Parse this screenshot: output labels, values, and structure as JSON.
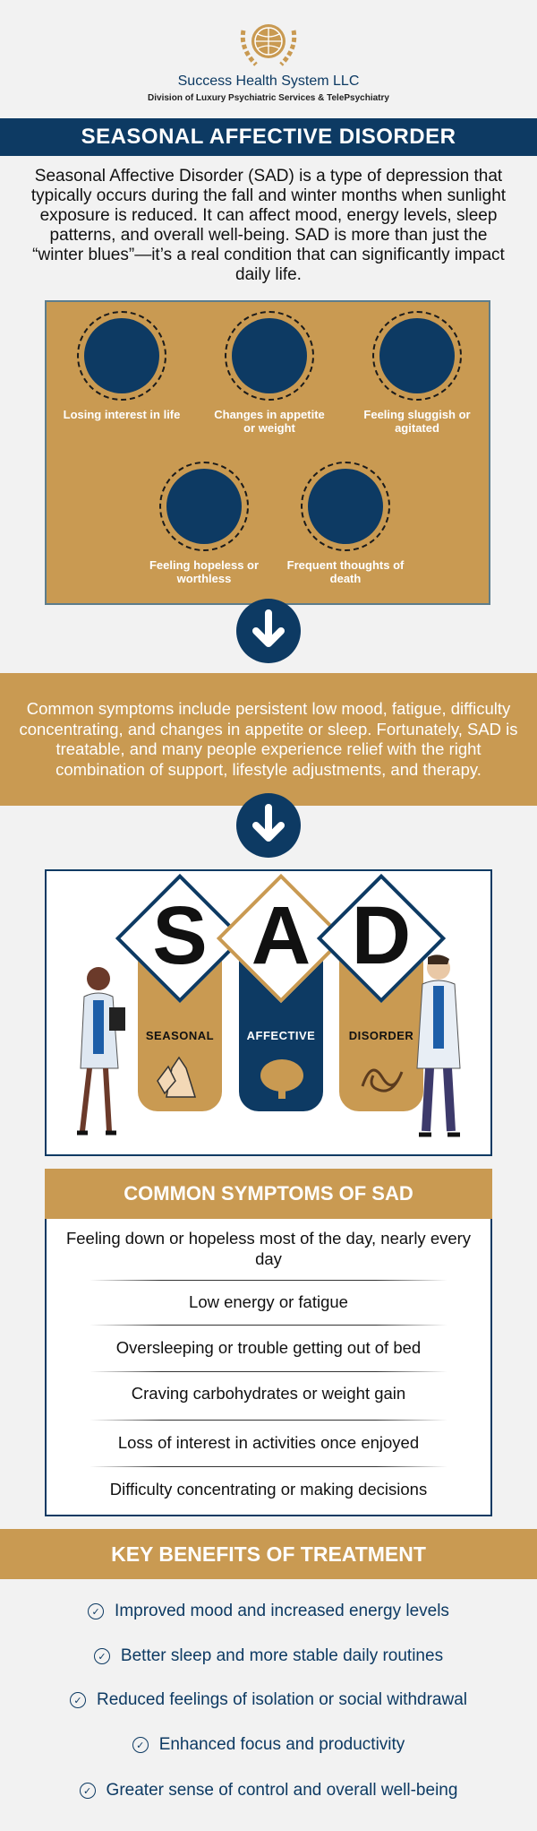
{
  "header": {
    "company": "Success Health System LLC",
    "division": "Division of Luxury Psychiatric Services & TelePsychiatry"
  },
  "title": "SEASONAL AFFECTIVE DISORDER",
  "intro": "Seasonal Affective Disorder (SAD) is a type of depression that typically occurs during the fall and winter months when sunlight exposure is reduced. It can affect mood, energy levels, sleep patterns, and overall well-being. SAD is more than just the “winter blues”—it’s a real condition that can significantly impact daily life.",
  "symptom_icons": [
    {
      "label": "Losing interest in life",
      "icon": "losing-interest-icon"
    },
    {
      "label": "Changes in appetite or weight",
      "icon": "appetite-icon"
    },
    {
      "label": "Feeling sluggish or agitated",
      "icon": "sluggish-icon"
    },
    {
      "label": "Feeling hopeless or worthless",
      "icon": "hopeless-icon"
    },
    {
      "label": "Frequent thoughts of death",
      "icon": "death-thoughts-icon"
    }
  ],
  "band_text": "Common symptoms include persistent low mood, fatigue, difficulty concentrating, and changes in appetite or sleep. Fortunately, SAD is treatable, and many people experience relief with the right combination of support, lifestyle adjustments, and therapy.",
  "acronym": {
    "letters": [
      "S",
      "A",
      "D"
    ],
    "words": [
      "SEASONAL",
      "AFFECTIVE",
      "DISORDER"
    ]
  },
  "symptoms": {
    "heading": "COMMON SYMPTOMS OF SAD",
    "items": [
      "Feeling down or hopeless most of the day, nearly every day",
      "Low energy or fatigue",
      "Oversleeping or trouble getting out of bed",
      "Craving carbohydrates or weight gain",
      "Loss of interest in activities once enjoyed",
      "Difficulty concentrating or making decisions"
    ]
  },
  "benefits": {
    "heading": "KEY BENEFITS OF TREATMENT",
    "items": [
      "Improved mood and increased energy levels",
      "Better sleep and more stable daily routines",
      "Reduced feelings of isolation or social withdrawal",
      "Enhanced focus and productivity",
      "Greater sense of control and overall well-being"
    ]
  },
  "colors": {
    "navy": "#0d3a63",
    "gold": "#c99a52",
    "background": "#f2f2f2"
  }
}
